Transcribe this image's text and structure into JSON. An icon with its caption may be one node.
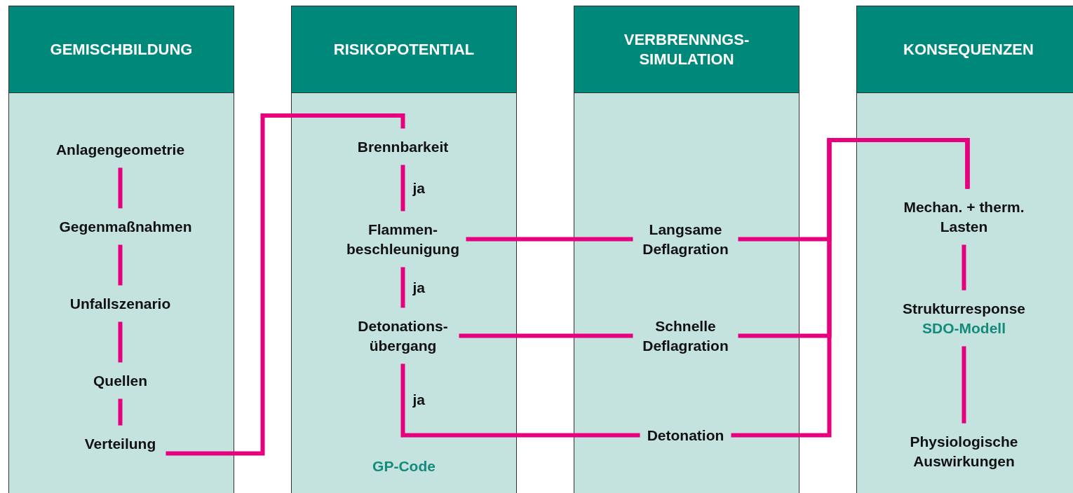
{
  "diagram": {
    "nodes": [
      {
        "text": [
          "GEMISCHBILDUNG"
        ]
      },
      {
        "text": [
          "RISIKOPOTENTIAL",
          "GP-Code"
        ]
      },
      {
        "text": [
          "VERBRENNNGS- SIMULATION"
        ]
      },
      {
        "text": [
          "KONSEQUENZEN"
        ]
      },
      {
        "text": [
          "Anlagengeometrie"
        ],
        "in": 0
      },
      {
        "text": [
          "Gegenmaßnahmen"
        ],
        "in": 0
      },
      {
        "text": [
          "Unfallszenario"
        ],
        "in": 0
      },
      {
        "text": [
          "Quellen"
        ],
        "in": 0
      },
      {
        "text": [
          "Verteilung"
        ],
        "in": 0
      },
      {
        "text": [
          "Brennbarkeit"
        ],
        "in": 1
      },
      {
        "text": [
          "Flammen- beschleunigung"
        ],
        "in": 1
      },
      {
        "text": [
          "Detonations- übergang"
        ],
        "in": 1
      },
      {
        "text": [
          "Langsame Deflagration"
        ],
        "in": 2
      },
      {
        "text": [
          "Schnelle Deflagration"
        ],
        "in": 2
      },
      {
        "text": [
          "Detonation"
        ],
        "in": 2
      },
      {
        "text": [
          "Mechan. + therm. Lasten"
        ],
        "in": 3
      },
      {
        "text": [
          "Strukturresponse",
          "SDO-Modell"
        ],
        "in": 3
      },
      {
        "text": [
          "Physiologische Auswirkungen"
        ],
        "in": 3
      }
    ],
    "edges": [
      {
        "from": 4,
        "to": 5,
        "arrow": "none"
      },
      {
        "from": 5,
        "to": 6,
        "arrow": "none"
      },
      {
        "from": 6,
        "to": 7,
        "arrow": "none"
      },
      {
        "from": 7,
        "to": 8,
        "arrow": "none"
      },
      {
        "from": 8,
        "to": 9,
        "arrow": "none"
      },
      {
        "from": 9,
        "to": 10,
        "arrow": "none",
        "label": "ja"
      },
      {
        "from": 10,
        "to": 11,
        "arrow": "none",
        "label": "ja"
      },
      {
        "from": 11,
        "to": 14,
        "arrow": "none",
        "label": "ja"
      },
      {
        "from": 10,
        "to": 12,
        "arrow": "none"
      },
      {
        "from": 11,
        "to": 13,
        "arrow": "none"
      },
      {
        "from": 12,
        "to": 15,
        "arrow": "none"
      },
      {
        "from": 13,
        "to": 15,
        "arrow": "none"
      },
      {
        "from": 14,
        "to": 15,
        "arrow": "none"
      },
      {
        "from": 15,
        "to": 16,
        "arrow": "none"
      },
      {
        "from": 16,
        "to": 17,
        "arrow": "none"
      }
    ]
  }
}
